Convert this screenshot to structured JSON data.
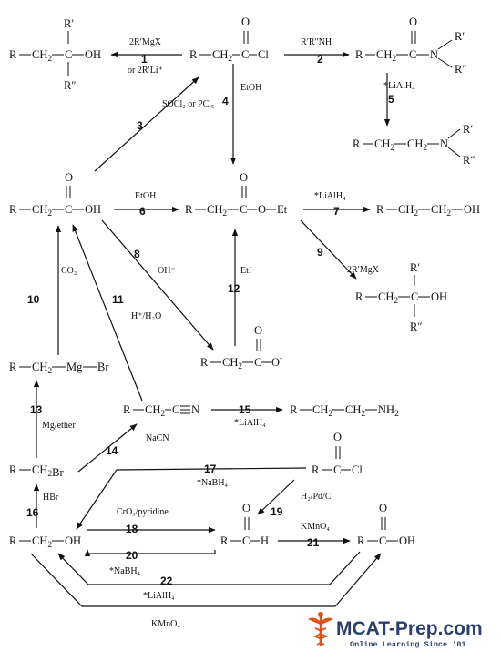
{
  "arrows": [
    {
      "number": "1",
      "reagents": [
        "2R′MgX",
        "or 2R′Li⁺"
      ]
    },
    {
      "number": "2",
      "reagents": [
        "R′R″NH"
      ]
    },
    {
      "number": "3",
      "reagents": [
        "SOCl₂ or PCl₅"
      ]
    },
    {
      "number": "4",
      "reagents": [
        "EtOH"
      ]
    },
    {
      "number": "5",
      "reagents": [
        "*LiAlH₄"
      ]
    },
    {
      "number": "6",
      "reagents": [
        "EtOH"
      ]
    },
    {
      "number": "7",
      "reagents": [
        "*LiAlH₄"
      ]
    },
    {
      "number": "8",
      "reagents": [
        "OH⁻"
      ]
    },
    {
      "number": "9",
      "reagents": [
        "2R′MgX"
      ]
    },
    {
      "number": "10",
      "reagents": [
        "CO₂"
      ]
    },
    {
      "number": "11",
      "reagents": [
        "H⁺/H₂O"
      ]
    },
    {
      "number": "12",
      "reagents": [
        "EtI"
      ]
    },
    {
      "number": "13",
      "reagents": [
        "Mg/ether"
      ]
    },
    {
      "number": "14",
      "reagents": [
        "NaCN"
      ]
    },
    {
      "number": "15",
      "reagents": [
        "*LiAlH₄"
      ]
    },
    {
      "number": "16",
      "reagents": [
        "HBr"
      ]
    },
    {
      "number": "17",
      "reagents": [
        "*NaBH₄"
      ]
    },
    {
      "number": "18",
      "reagents": [
        "CrO₃/pyridine"
      ]
    },
    {
      "number": "19",
      "reagents": [
        "H₂/Pd/C"
      ]
    },
    {
      "number": "20",
      "reagents": [
        "*NaBH₄"
      ]
    },
    {
      "number": "21",
      "reagents": [
        "KMnO₄"
      ]
    },
    {
      "number": "22",
      "reagents": [
        "*LiAlH₄"
      ]
    },
    {
      "number": "",
      "reagents": [
        "KMnO₄"
      ]
    }
  ],
  "logo": {
    "brand": "MCAT-Prep.com",
    "tagline": "Online Learning Since '01"
  },
  "colors": {
    "ink": "#111111",
    "logo_blue": "#2a3f6e",
    "logo_orange": "#d9531e"
  }
}
